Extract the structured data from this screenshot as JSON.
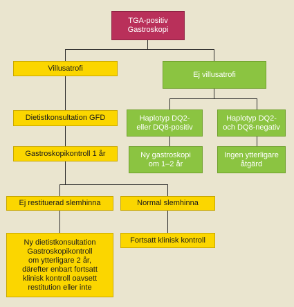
{
  "nodes": {
    "root": "TGA-positiv\nGastroskopi",
    "villusatrofi": "Villusatrofi",
    "ej_villusatrofi": "Ej villusatrofi",
    "dietist": "Dietistkonsultation GFD",
    "haplo_pos": "Haplotyp DQ2-\neller DQ8-positiv",
    "haplo_neg": "Haplotyp DQ2-\noch DQ8-negativ",
    "gastro_kontroll": "Gastroskopikontroll 1 år",
    "ny_gastroskopi": "Ny gastroskopi\nom 1–2 år",
    "ingen_atgard": "Ingen ytterligare\nåtgärd",
    "ej_restituerad": "Ej restituerad slemhinna",
    "normal": "Normal slemhinna",
    "ny_dietist": "Ny dietistkonsultation\nGastroskopikontroll\nom ytterligare 2 år,\ndärefter enbart fortsatt\nklinisk kontroll oavsett\nrestitution eller inte",
    "fortsatt": "Fortsatt klinisk kontroll"
  },
  "colors": {
    "background": "#eae5cf",
    "yellow": "#fbd600",
    "green": "#8bc441",
    "purple": "#b9305a",
    "line": "#2a2a2a"
  }
}
